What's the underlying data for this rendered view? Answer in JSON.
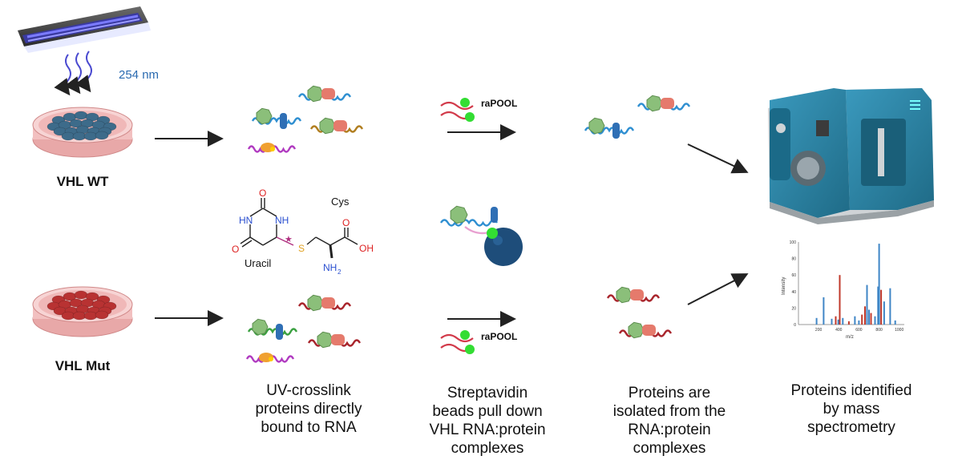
{
  "uv": {
    "wavelength": "254 nm"
  },
  "samples": {
    "wt": "VHL WT",
    "mut": "VHL Mut"
  },
  "chemistry": {
    "uracil": "Uracil",
    "cys": "Cys",
    "atoms": {
      "O": "O",
      "HN": "HN",
      "NH": "NH",
      "S": "S",
      "OH": "OH",
      "N": "N",
      "H": "H",
      "H2sub": "2"
    }
  },
  "probe": {
    "label_top": "raPOOL",
    "label_bottom": "raPOOL"
  },
  "steps": {
    "step1": [
      "UV-crosslink",
      "proteins directly",
      "bound to RNA"
    ],
    "step2": [
      "Streptavidin",
      "beads pull down",
      "VHL RNA:protein",
      "complexes"
    ],
    "step3": [
      "Proteins are",
      "isolated from the",
      "RNA:protein",
      "complexes"
    ],
    "step4": [
      "Proteins identified",
      "by mass",
      "spectrometry"
    ]
  },
  "spectrum": {
    "xlabel": "m/z",
    "ylabel": "Intensity",
    "yticks": [
      "100",
      "80",
      "60",
      "40",
      "20",
      "0"
    ],
    "xticks": [
      "200",
      "400",
      "600",
      "800",
      "1000"
    ],
    "peaks": [
      {
        "mz": 180,
        "i": 8,
        "c": "blue"
      },
      {
        "mz": 250,
        "i": 33,
        "c": "blue"
      },
      {
        "mz": 330,
        "i": 7,
        "c": "blue"
      },
      {
        "mz": 370,
        "i": 10,
        "c": "red"
      },
      {
        "mz": 395,
        "i": 6,
        "c": "blue"
      },
      {
        "mz": 410,
        "i": 60,
        "c": "red"
      },
      {
        "mz": 440,
        "i": 8,
        "c": "blue"
      },
      {
        "mz": 500,
        "i": 4,
        "c": "red"
      },
      {
        "mz": 560,
        "i": 10,
        "c": "blue"
      },
      {
        "mz": 600,
        "i": 5,
        "c": "blue"
      },
      {
        "mz": 630,
        "i": 12,
        "c": "red"
      },
      {
        "mz": 660,
        "i": 22,
        "c": "red"
      },
      {
        "mz": 680,
        "i": 48,
        "c": "blue"
      },
      {
        "mz": 700,
        "i": 18,
        "c": "blue"
      },
      {
        "mz": 720,
        "i": 14,
        "c": "red"
      },
      {
        "mz": 760,
        "i": 10,
        "c": "blue"
      },
      {
        "mz": 790,
        "i": 46,
        "c": "blue"
      },
      {
        "mz": 800,
        "i": 98,
        "c": "blue"
      },
      {
        "mz": 820,
        "i": 42,
        "c": "red"
      },
      {
        "mz": 850,
        "i": 28,
        "c": "blue"
      },
      {
        "mz": 910,
        "i": 44,
        "c": "blue"
      },
      {
        "mz": 960,
        "i": 5,
        "c": "blue"
      }
    ],
    "colors": {
      "blue": "#3f86c6",
      "red": "#c0392b"
    }
  },
  "colors": {
    "wt_dish": "#3d6b8a",
    "mut_dish": "#b83232",
    "rna_blue": "#2f8fd1",
    "rna_red": "#a8242b",
    "protein_green": "#8bbf7a",
    "protein_salmon": "#e57a6c",
    "protein_blue": "#2f6fb5",
    "bead": "#1e4d7a",
    "biotin": "#33dd33",
    "ms_body": "#2a7f9e"
  }
}
